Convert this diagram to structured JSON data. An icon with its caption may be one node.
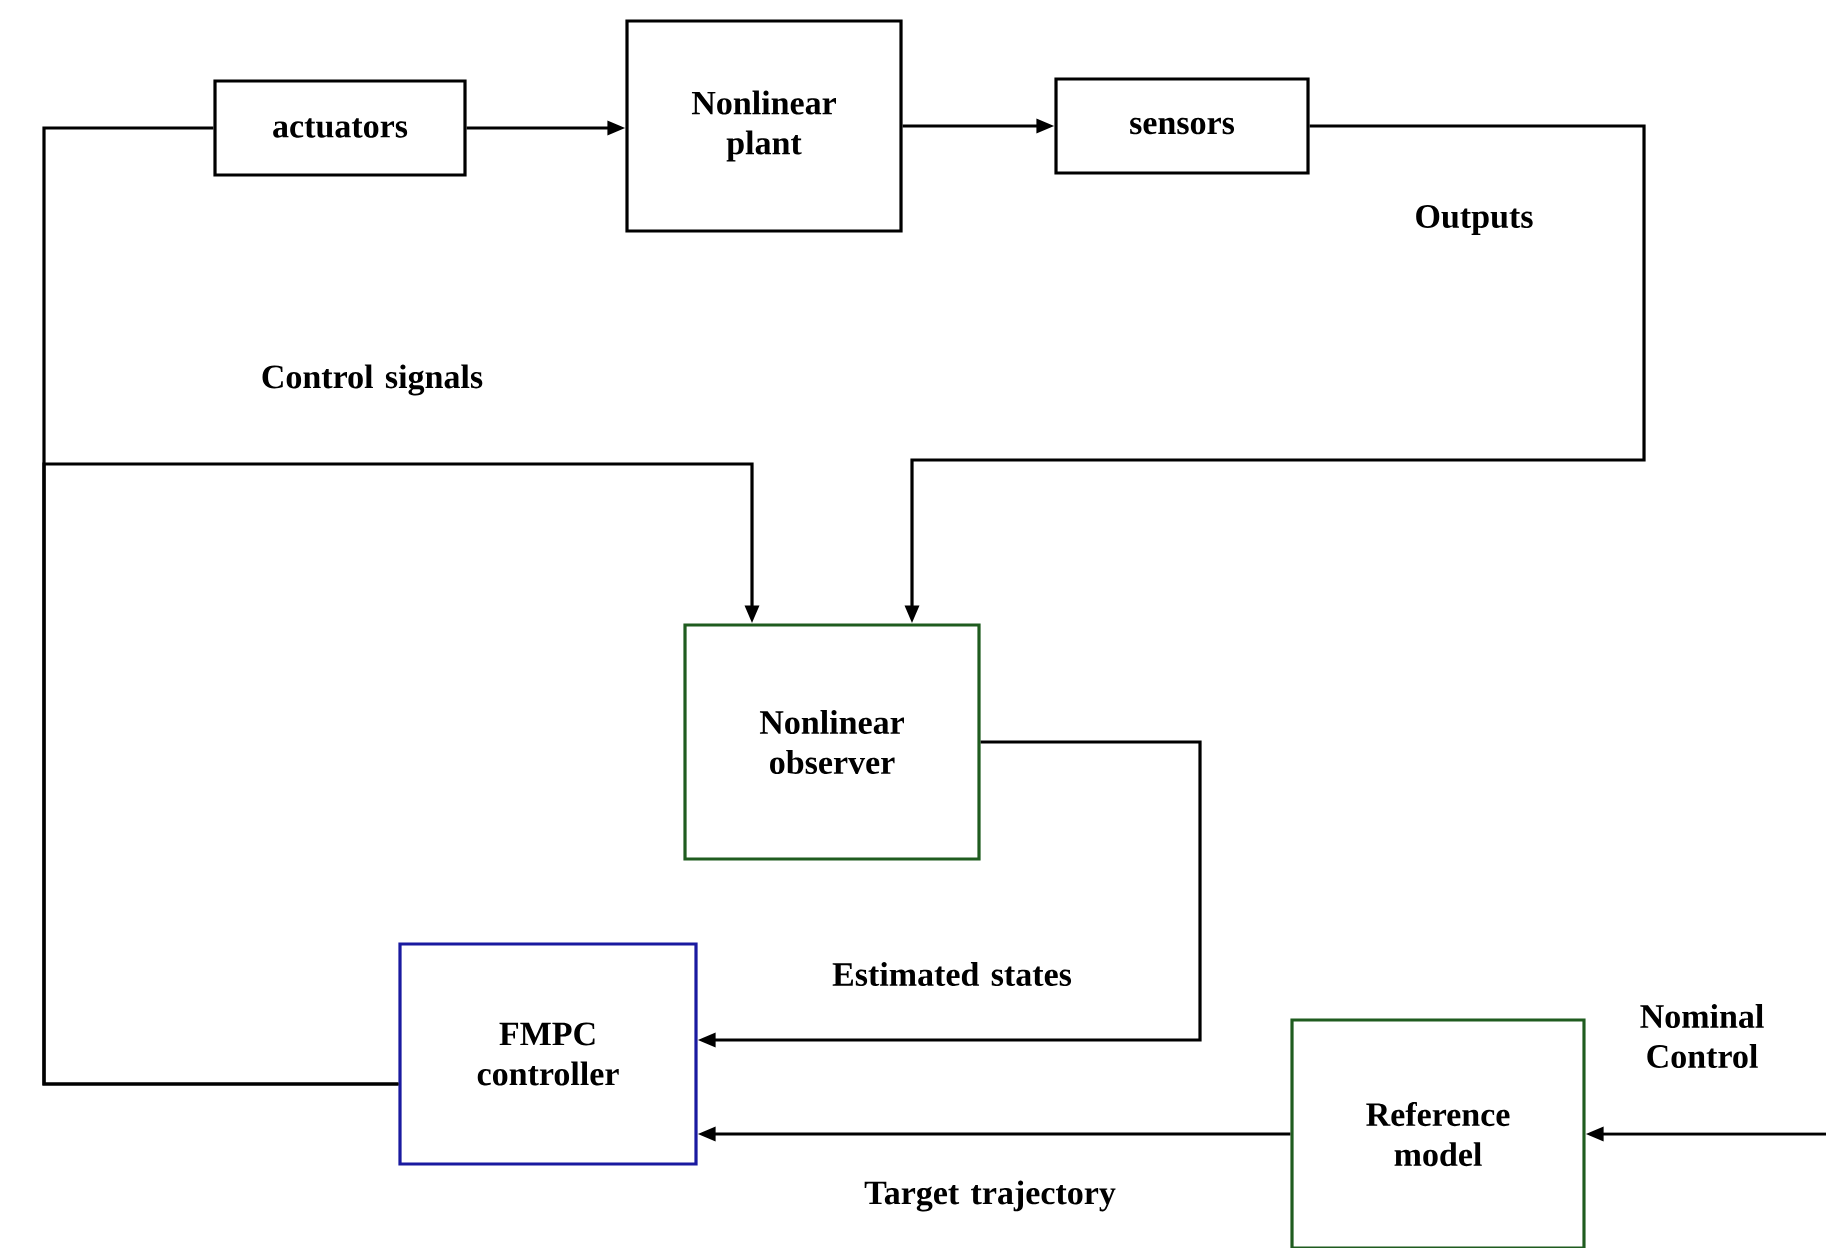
{
  "diagram": {
    "nodes": [
      {
        "text": [
          "actuators"
        ]
      },
      {
        "text": [
          "Nonlinear plant"
        ]
      },
      {
        "text": [
          "sensors"
        ]
      },
      {
        "text": [
          "Nonlinear observer"
        ]
      },
      {
        "text": [
          "FMPC controller"
        ]
      },
      {
        "text": [
          "Reference model"
        ]
      }
    ],
    "edges": [
      {
        "from": 0,
        "to": 1,
        "arrow": "to"
      },
      {
        "from": 1,
        "to": 2,
        "arrow": "to"
      },
      {
        "from": 2,
        "to": 3,
        "arrow": "to",
        "label": "Outputs"
      },
      {
        "from": 4,
        "to": 0,
        "arrow": "none"
      },
      {
        "from": 4,
        "to": 3,
        "arrow": "to",
        "label": "Control signals"
      },
      {
        "from": 3,
        "to": 4,
        "arrow": "to",
        "label": "Estimated states"
      },
      {
        "from": 5,
        "to": 4,
        "arrow": "to",
        "label": "Target trajectory"
      },
      {
        "from": null,
        "to": 5,
        "arrow": "to",
        "label": "Nominal Control"
      }
    ]
  }
}
